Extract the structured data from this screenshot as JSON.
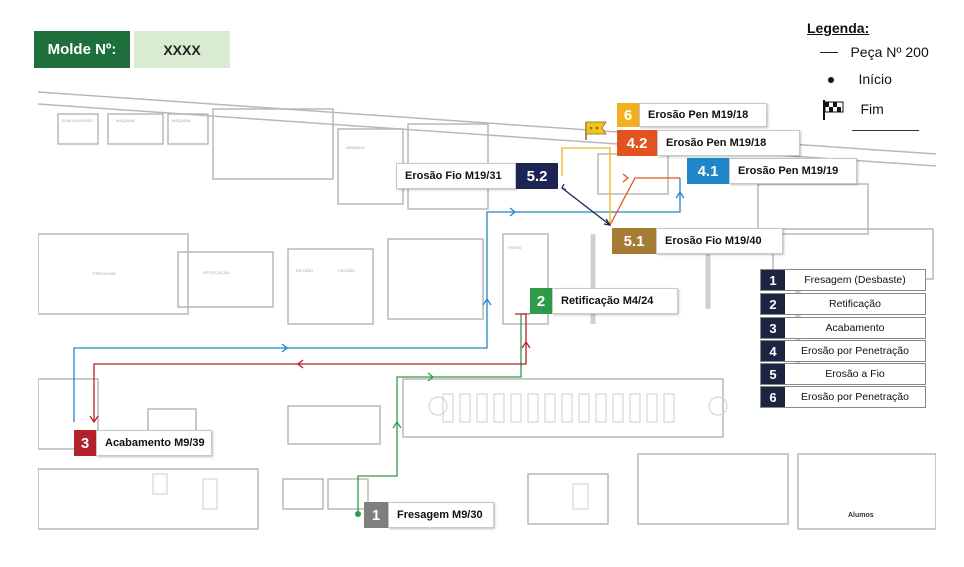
{
  "header": {
    "molde_label": "Molde Nº:",
    "molde_value": "XXXX"
  },
  "legend": {
    "title": "Legenda:",
    "items": [
      {
        "symbol": "line",
        "label": "Peça Nº 200"
      },
      {
        "symbol": "dot",
        "label": "Início"
      },
      {
        "symbol": "flag-icon",
        "label": "Fim"
      }
    ]
  },
  "map_labels": {
    "alumos": "Alumos",
    "rooms": [
      "ALMOXARIFADO",
      "MÁQUINA",
      "MÁQUINA",
      "FRESAGEM",
      "RETIFICAÇÃO",
      "EROSÃO",
      "EROSÃO",
      "ARMÁRIO",
      "FRESA"
    ]
  },
  "stations": [
    {
      "num": "1",
      "label": "Fresagem M9/30",
      "color": "#7f7f7f"
    },
    {
      "num": "2",
      "label": "Retificação M4/24",
      "color": "#2e9b48"
    },
    {
      "num": "3",
      "label": "Acabamento M9/39",
      "color": "#b3212a"
    },
    {
      "num": "4.1",
      "label": "Erosão Pen M19/19",
      "color": "#1f86c8"
    },
    {
      "num": "4.2",
      "label": "Erosão Pen M19/18",
      "color": "#e2541f"
    },
    {
      "num": "5.1",
      "label": "Erosão Fio M19/40",
      "color": "#a67c34"
    },
    {
      "num": "5.2",
      "label": "Erosão Fio M19/31",
      "color": "#1b2452"
    },
    {
      "num": "6",
      "label": "Erosão Pen M19/18",
      "color": "#f2b01e"
    }
  ],
  "process_legend": [
    {
      "num": "1",
      "label": "Fresagem (Desbaste)"
    },
    {
      "num": "2",
      "label": "Retificação"
    },
    {
      "num": "3",
      "label": "Acabamento"
    },
    {
      "num": "4",
      "label": "Erosão por Penetração"
    },
    {
      "num": "5",
      "label": "Erosão a Fio"
    },
    {
      "num": "6",
      "label": "Erosão por Penetração"
    }
  ],
  "colors": {
    "green_route": "#2e9b48",
    "red_route": "#b3212a",
    "blue_route": "#1f86c8",
    "navy_route": "#1b2452",
    "orange_route": "#e2541f",
    "yellow_route": "#f2b01e"
  }
}
